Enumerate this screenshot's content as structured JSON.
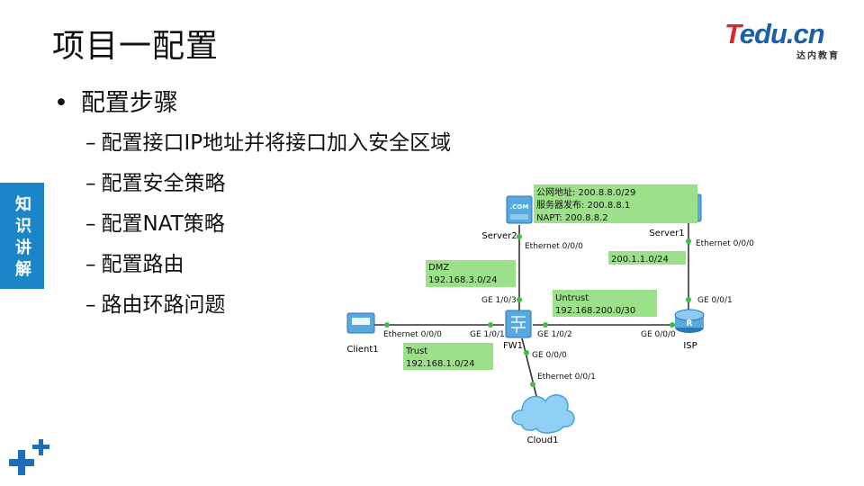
{
  "title": "项目一配置",
  "logo": {
    "word_red": "T",
    "word_blue": "edu.cn",
    "subtitle": "达内教育"
  },
  "side_tab": "知识讲解",
  "bullet": "配置步骤",
  "steps": [
    "配置接口IP地址并将接口加入安全区域",
    "配置安全策略",
    "配置NAT策略",
    "配置路由",
    "路由环路问题"
  ],
  "diagram": {
    "nodes": {
      "server2": "Server2",
      "server1": "Server1",
      "client1": "Client1",
      "fw1": "FW1",
      "isp": "ISP",
      "cloud1": "Cloud1"
    },
    "ports": {
      "server2_eth": "Ethernet 0/0/0",
      "server1_eth": "Ethernet 0/0/0",
      "fw_ge103": "GE 1/0/3",
      "isp_ge001": "GE 0/0/1",
      "client_eth": "Ethernet 0/0/0",
      "fw_ge101": "GE 1/0/1",
      "fw_ge102": "GE 1/0/2",
      "isp_ge000": "GE 0/0/0",
      "fw_ge000": "GE 0/0/0",
      "cloud_eth": "Ethernet 0/0/1"
    },
    "boxes": {
      "public": [
        "公网地址: 200.8.8.0/29",
        "服务器发布: 200.8.8.1",
        "NAPT: 200.8.8.2"
      ],
      "isp_net": [
        "200.1.1.0/24"
      ],
      "dmz": [
        "DMZ",
        "192.168.3.0/24"
      ],
      "untrust": [
        "Untrust",
        "192.168.200.0/30"
      ],
      "trust": [
        "Trust",
        "192.168.1.0/24"
      ]
    },
    "icon_com": ".COM",
    "colors": {
      "label_bg": "#9de08a",
      "device_blue": "#58a9df",
      "link": "#333333"
    }
  }
}
